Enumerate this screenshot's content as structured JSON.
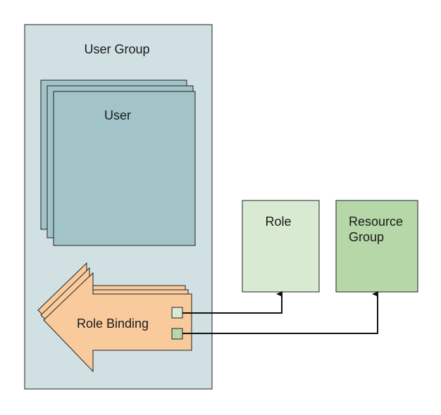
{
  "diagram": {
    "user_group": {
      "label": "User Group"
    },
    "user": {
      "label": "User"
    },
    "role_binding": {
      "label": "Role Binding"
    },
    "role": {
      "label": "Role"
    },
    "resource_group": {
      "label_line1": "Resource",
      "label_line2": "Group"
    }
  },
  "colors": {
    "user_group_fill": "#d0e0e3",
    "user_fill": "#a2c4c9",
    "role_binding_fill": "#f9cb9c",
    "role_fill": "#d9ead3",
    "resource_group_fill": "#b6d7a8",
    "stroke": "#222222"
  }
}
